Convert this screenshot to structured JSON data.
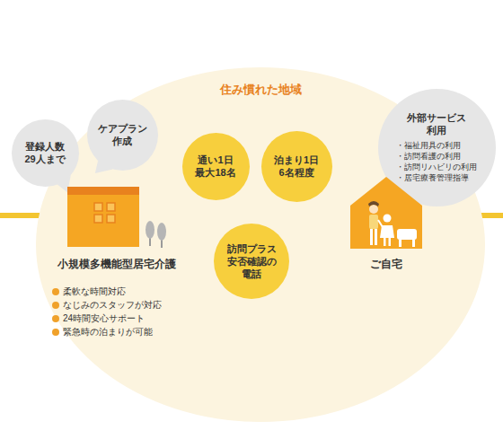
{
  "diagram": {
    "nodes": [
      {
        "text": [
          "住み慣れた地域"
        ]
      },
      {
        "text": [
          "登録人数 29人まで"
        ],
        "in": 0
      },
      {
        "text": [
          "ケアプラン 作成"
        ],
        "in": 0
      },
      {
        "text": [
          "通い1日 最大18名"
        ],
        "in": 0
      },
      {
        "text": [
          "泊まり1日 6名程度"
        ],
        "in": 0
      },
      {
        "text": [
          "外部サービス 利用",
          "・福祉用具の利用",
          "・訪問看護の利用",
          "・訪問リハビリの利用",
          "・居宅療養管理指導"
        ],
        "in": 0
      },
      {
        "text": [
          "小規模多機能型居宅介護"
        ],
        "in": 0
      },
      {
        "text": [
          "ご自宅"
        ],
        "in": 0
      },
      {
        "text": [
          "訪問プラス 安否確認の 電話"
        ],
        "in": 0
      }
    ],
    "edges": [
      {
        "from": 6,
        "to": 7,
        "arrow": "both"
      }
    ],
    "labels": [
      "柔軟な時間対応",
      "なじみのスタッフが対応",
      "24時間安心サポート",
      "緊急時の泊まりが可能"
    ]
  }
}
